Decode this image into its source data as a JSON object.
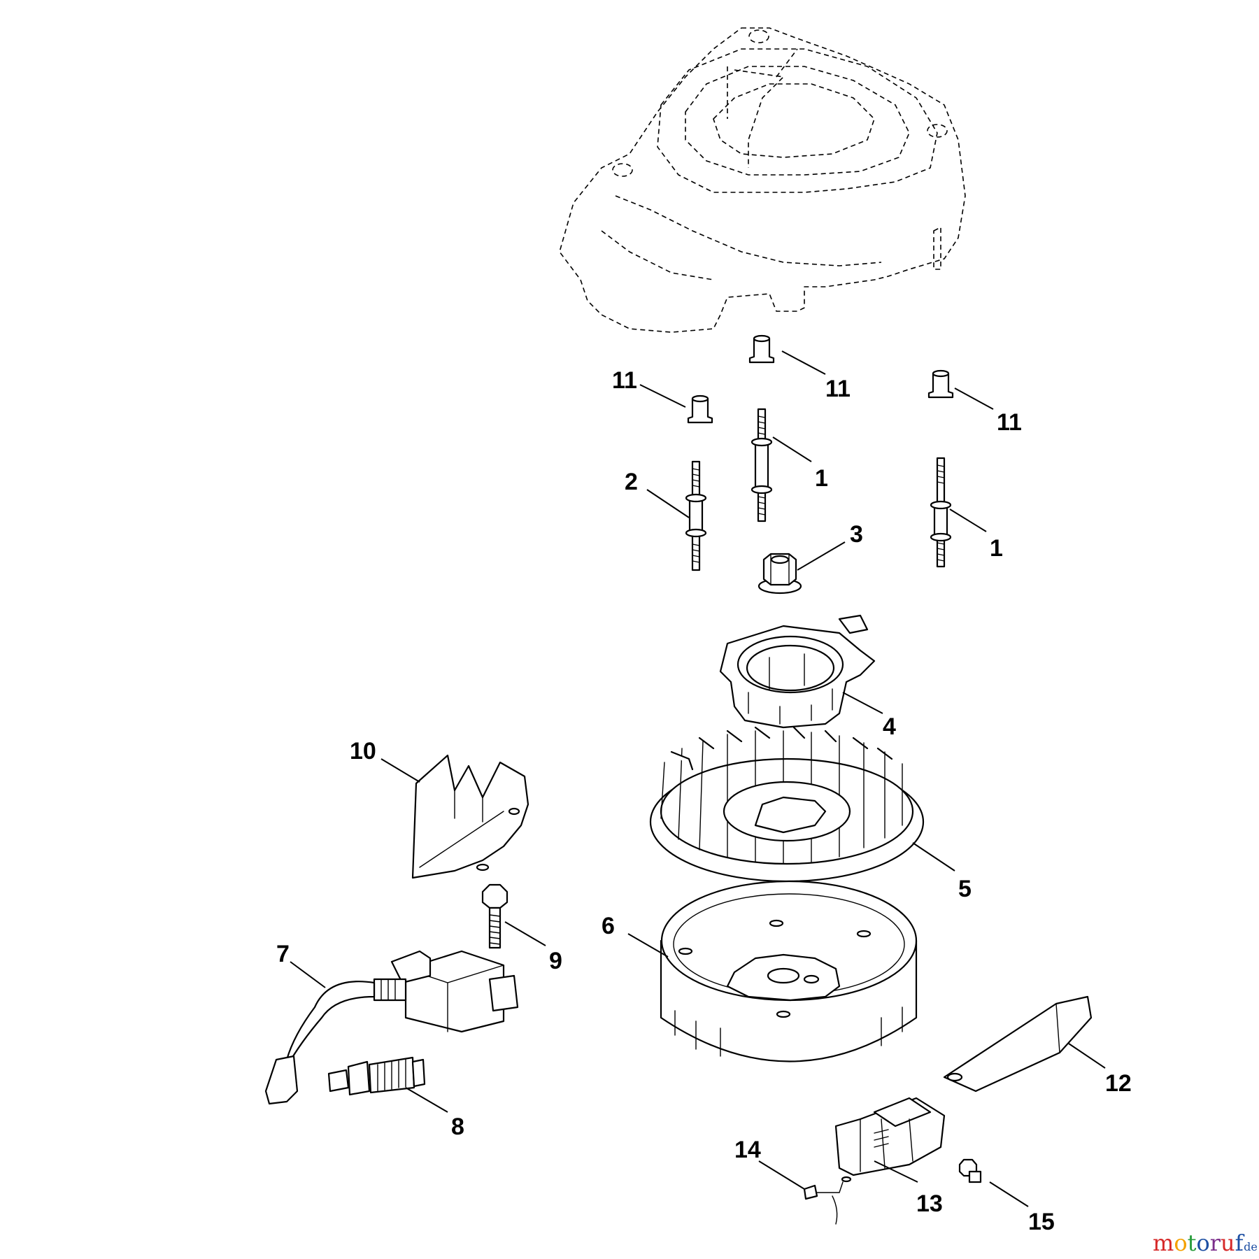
{
  "callouts": [
    {
      "id": "c11a",
      "label": "11"
    },
    {
      "id": "c11b",
      "label": "11"
    },
    {
      "id": "c11c",
      "label": "11"
    },
    {
      "id": "c1a",
      "label": "1"
    },
    {
      "id": "c1b",
      "label": "1"
    },
    {
      "id": "c2",
      "label": "2"
    },
    {
      "id": "c3",
      "label": "3"
    },
    {
      "id": "c4",
      "label": "4"
    },
    {
      "id": "c5",
      "label": "5"
    },
    {
      "id": "c6",
      "label": "6"
    },
    {
      "id": "c7",
      "label": "7"
    },
    {
      "id": "c8",
      "label": "8"
    },
    {
      "id": "c9",
      "label": "9"
    },
    {
      "id": "c10",
      "label": "10"
    },
    {
      "id": "c12",
      "label": "12"
    },
    {
      "id": "c13",
      "label": "13"
    },
    {
      "id": "c14",
      "label": "14"
    },
    {
      "id": "c15",
      "label": "15"
    }
  ],
  "watermark": {
    "main": "motoruf",
    "suffix": ".de",
    "colors": [
      "#d62828",
      "#f4a100",
      "#2a9d3c",
      "#1d4fa3",
      "#7b2d8b",
      "#d62828",
      "#1d4fa3"
    ]
  }
}
